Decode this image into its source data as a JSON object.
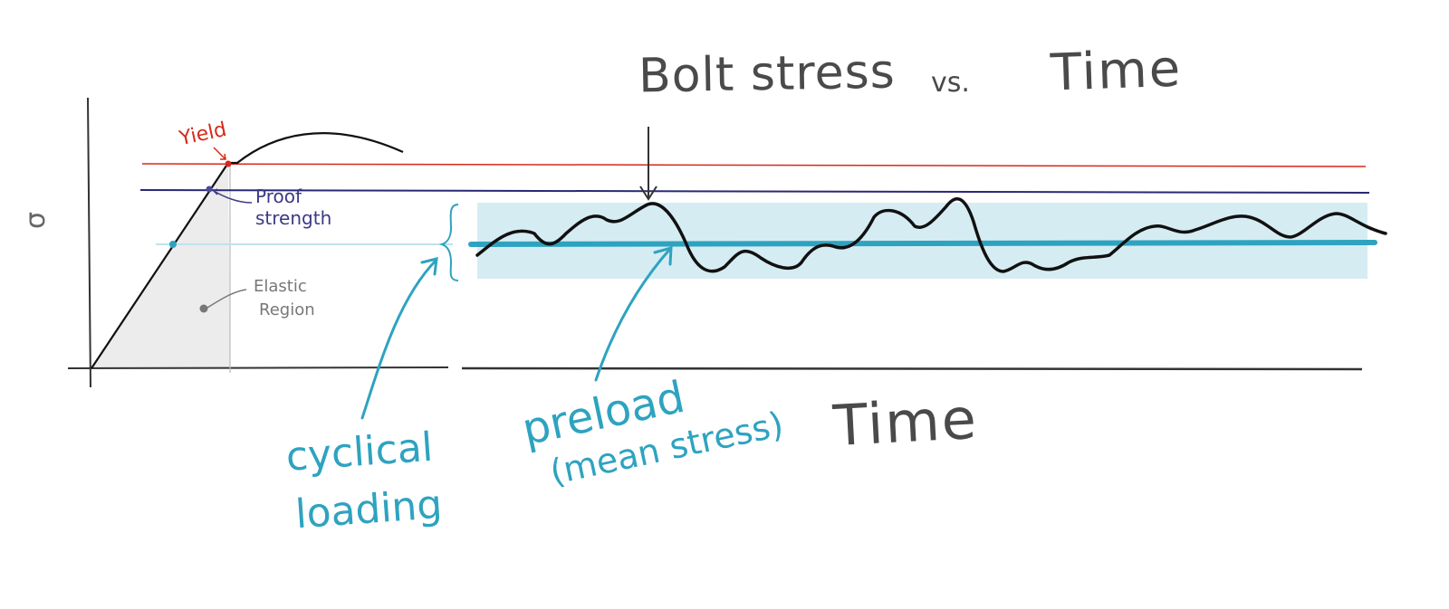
{
  "title": {
    "left": "Bolt stress",
    "vs": "vs.",
    "right": "Time"
  },
  "axes": {
    "x_label": "Time",
    "y_label": "σ"
  },
  "annotations": {
    "yield": "Yield",
    "proof_line1": "Proof",
    "proof_line2": "strength",
    "elastic_line1": "Elastic",
    "elastic_line2": "Region",
    "cyclical_line1": "cyclical",
    "cyclical_line2": "loading",
    "preload_line1": "preload",
    "preload_line2": "(mean stress)"
  },
  "colors": {
    "yield": "#d42a1a",
    "proof": "#2a2874",
    "preload": "#2ea3c0",
    "band": "#d6ecf3",
    "elastic_fill": "#ececec",
    "ink": "#111111"
  }
}
